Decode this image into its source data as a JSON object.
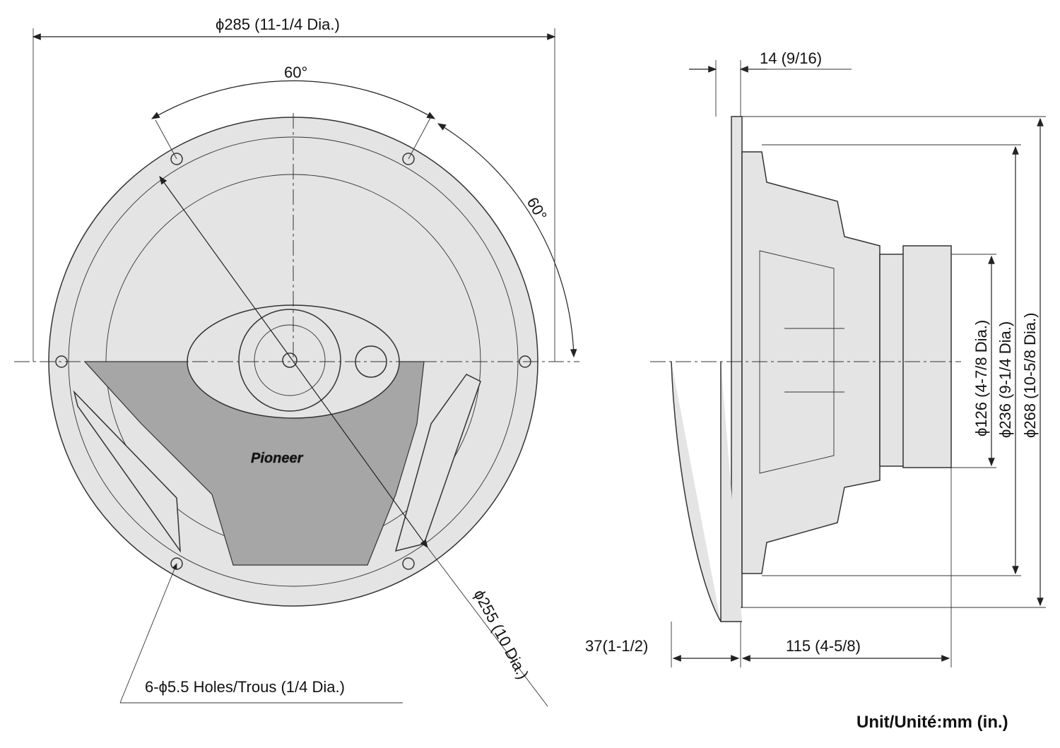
{
  "dimensions": {
    "overall_diameter": "ϕ285 (11-1/4 Dia.)",
    "angle_top": "60°",
    "angle_side": "60°",
    "cutout_diameter": "ϕ255 (10 Dia.)",
    "holes": "6-ϕ5.5 Holes/Trous (1/4 Dia.)",
    "flange_thickness": "14 (9/16)",
    "magnet_diameter": "ϕ126 (4-7/8 Dia.)",
    "basket_diameter": "ϕ236 (9-1/4 Dia.)",
    "frame_diameter": "ϕ268 (10-5/8 Dia.)",
    "front_depth": "37(1-1/2)",
    "mount_depth": "115 (4-5/8)"
  },
  "brand": "Pioneer",
  "unit_label": "Unit/Unité:mm (in.)"
}
